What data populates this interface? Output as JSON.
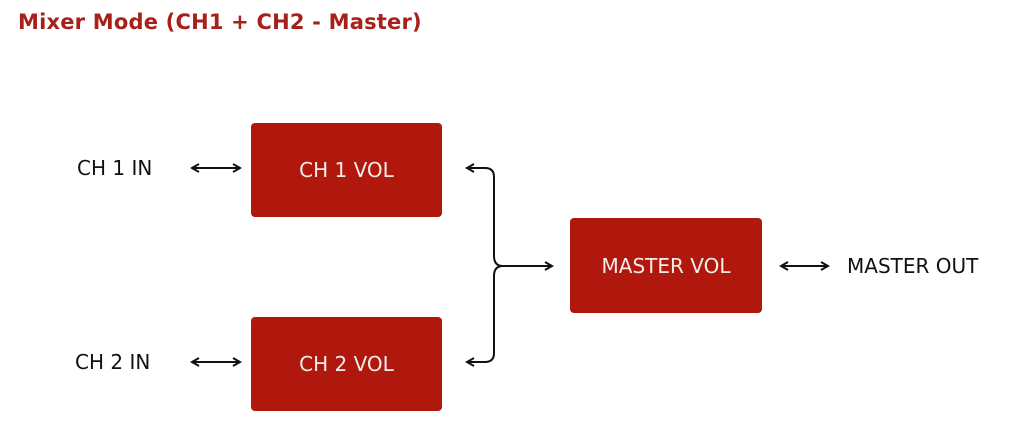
{
  "title": "Mixer Mode (CH1 + CH2 - Master)",
  "inputs": [
    {
      "label": "CH 1 IN"
    },
    {
      "label": "CH 2 IN"
    }
  ],
  "channel_blocks": [
    {
      "label": "CH 1 VOL"
    },
    {
      "label": "CH 2 VOL"
    }
  ],
  "master_block": {
    "label": "MASTER VOL"
  },
  "output": {
    "label": "MASTER OUT"
  },
  "colors": {
    "accent": "#b0180d",
    "title": "#a8201a",
    "block_text": "#f4ece8"
  }
}
